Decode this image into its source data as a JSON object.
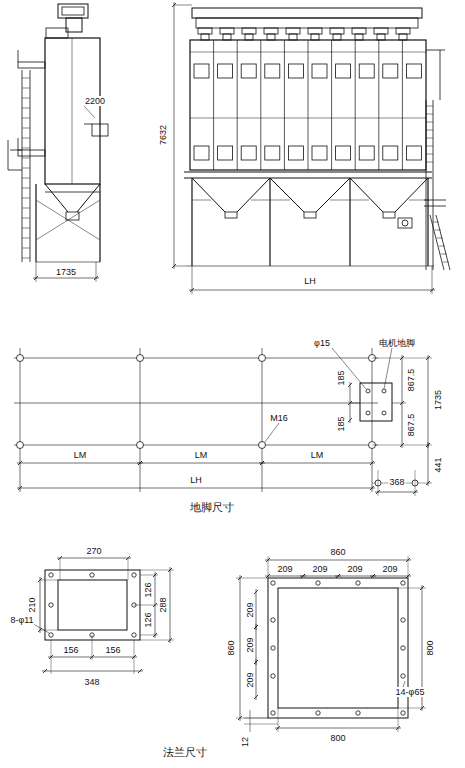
{
  "diagram": {
    "labels": [
      "2200",
      "7632",
      "1735",
      "LH",
      "φ15",
      "电机地脚",
      "185",
      "185",
      "867.5",
      "867.5",
      "1735",
      "M16",
      "LM",
      "LM",
      "LM",
      "LH",
      "441",
      "368",
      "地脚尺寸",
      "270",
      "210",
      "8-φ11",
      "126",
      "126",
      "288",
      "156",
      "156",
      "348",
      "860",
      "209",
      "209",
      "209",
      "209",
      "860",
      "209",
      "209",
      "209",
      "800",
      "14-φ65",
      "800",
      "12",
      "法兰尺寸"
    ]
  }
}
